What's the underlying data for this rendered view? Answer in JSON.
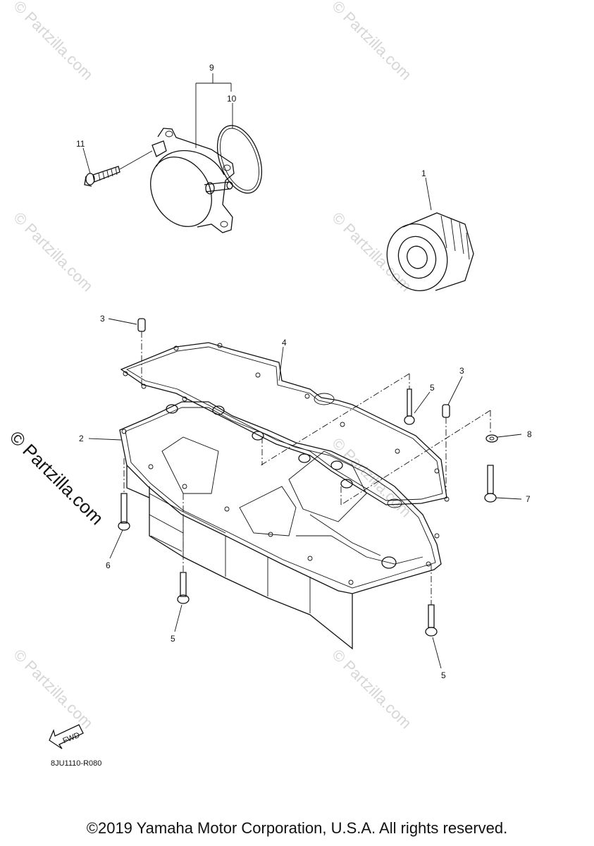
{
  "callouts": [
    {
      "id": "callout-1",
      "text": "1"
    },
    {
      "id": "callout-2",
      "text": "2"
    },
    {
      "id": "callout-3a",
      "text": "3"
    },
    {
      "id": "callout-3b",
      "text": "3"
    },
    {
      "id": "callout-4",
      "text": "4"
    },
    {
      "id": "callout-5a",
      "text": "5"
    },
    {
      "id": "callout-5b",
      "text": "5"
    },
    {
      "id": "callout-5c",
      "text": "5"
    },
    {
      "id": "callout-6",
      "text": "6"
    },
    {
      "id": "callout-7",
      "text": "7"
    },
    {
      "id": "callout-8",
      "text": "8"
    },
    {
      "id": "callout-9",
      "text": "9"
    },
    {
      "id": "callout-10",
      "text": "10"
    },
    {
      "id": "callout-11",
      "text": "11"
    }
  ],
  "watermark": "© Partzilla.com",
  "side_watermark": "© Partzilla.com",
  "fwd_arrow_label": "FWD",
  "diagram_code": "8JU1110-R080",
  "copyright": "©2019 Yamaha Motor Corporation, U.S.A. All rights reserved."
}
